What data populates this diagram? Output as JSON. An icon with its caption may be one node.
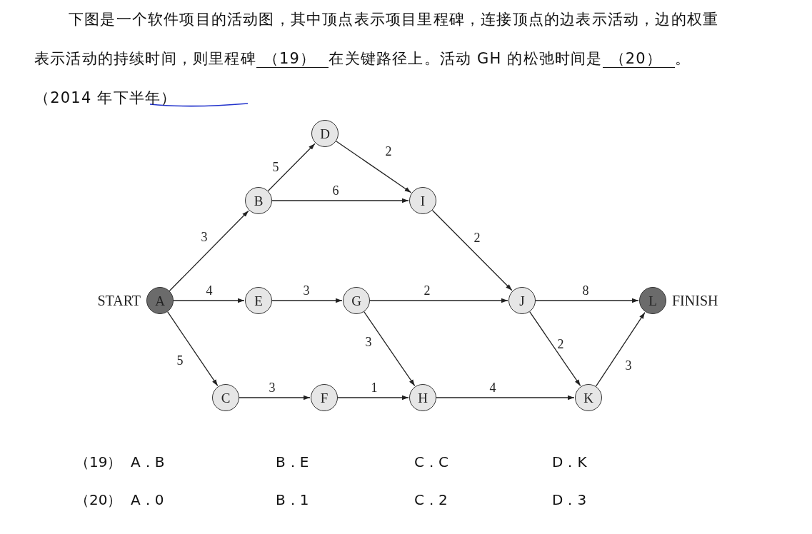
{
  "diagram": {
    "nodes": [
      {
        "text": [
          "D"
        ]
      },
      {
        "text": [
          "B"
        ]
      },
      {
        "text": [
          "I"
        ]
      },
      {
        "text": [
          "A"
        ],
        "beside": [
          "START"
        ]
      },
      {
        "text": [
          "E"
        ]
      },
      {
        "text": [
          "G"
        ]
      },
      {
        "text": [
          "J"
        ]
      },
      {
        "text": [
          "L"
        ],
        "beside": [
          "FINISH"
        ]
      },
      {
        "text": [
          "C"
        ]
      },
      {
        "text": [
          "F"
        ]
      },
      {
        "text": [
          "H"
        ]
      },
      {
        "text": [
          "K"
        ]
      }
    ],
    "edges": [
      {
        "from": 3,
        "to": 1,
        "arrow": "to",
        "label": "3"
      },
      {
        "from": 3,
        "to": 4,
        "arrow": "to",
        "label": "4"
      },
      {
        "from": 3,
        "to": 8,
        "arrow": "to",
        "label": "5"
      },
      {
        "from": 1,
        "to": 0,
        "arrow": "to",
        "label": "5"
      },
      {
        "from": 1,
        "to": 2,
        "arrow": "to",
        "label": "6"
      },
      {
        "from": 0,
        "to": 2,
        "arrow": "to",
        "label": "2"
      },
      {
        "from": 2,
        "to": 6,
        "arrow": "to",
        "label": "2"
      },
      {
        "from": 4,
        "to": 5,
        "arrow": "to",
        "label": "3"
      },
      {
        "from": 5,
        "to": 6,
        "arrow": "to",
        "label": "2"
      },
      {
        "from": 5,
        "to": 10,
        "arrow": "to",
        "label": "3"
      },
      {
        "from": 6,
        "to": 7,
        "arrow": "to",
        "label": "8"
      },
      {
        "from": 6,
        "to": 11,
        "arrow": "to",
        "label": "2"
      },
      {
        "from": 8,
        "to": 9,
        "arrow": "to",
        "label": "3"
      },
      {
        "from": 9,
        "to": 10,
        "arrow": "to",
        "label": "1"
      },
      {
        "from": 10,
        "to": 11,
        "arrow": "to",
        "label": "4"
      },
      {
        "from": 11,
        "to": 7,
        "arrow": "to",
        "label": "3"
      }
    ],
    "labels": [
      "下图是一个软件项目的活动图，其中顶点表示项目里程碑，连接顶点的边表示活动，边的权重表示活动的持续时间，则里程碑",
      "（19）",
      "在关键路径上。活动 GH 的松弛时间是",
      "（20）",
      "。（2014 年下半年）",
      "（19）",
      "A．B",
      "B．E",
      "C．C",
      "D．K",
      "（20）",
      "A．0",
      "B．1",
      "C．2",
      "D．3"
    ]
  }
}
